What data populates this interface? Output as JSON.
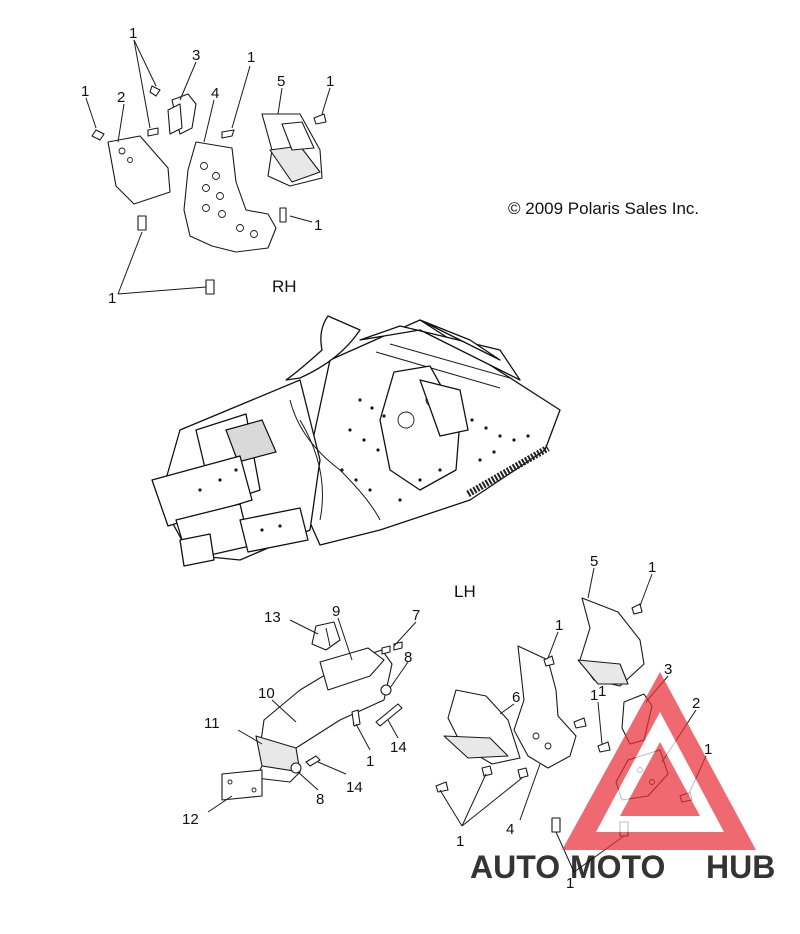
{
  "copyright": "© 2009 Polaris Sales Inc.",
  "section_labels": {
    "rh": "RH",
    "lh": "LH"
  },
  "watermark": {
    "word_part1": "AUTO",
    "word_part2": "MOTO",
    "word_part3": "HUB",
    "color_primary": "#e8313a",
    "color_secondary": "#f2b233",
    "color_text_dark": "#3a3a3a"
  },
  "callouts": {
    "rh": [
      "1",
      "3",
      "1",
      "5",
      "1",
      "1",
      "2",
      "4",
      "1",
      "1"
    ],
    "lh": [
      "5",
      "1",
      "13",
      "9",
      "7",
      "1",
      "3",
      "8",
      "10",
      "6",
      "2",
      "11",
      "1",
      "14",
      "1",
      "14",
      "1",
      "8",
      "12",
      "4",
      "1",
      "1",
      "1"
    ]
  }
}
